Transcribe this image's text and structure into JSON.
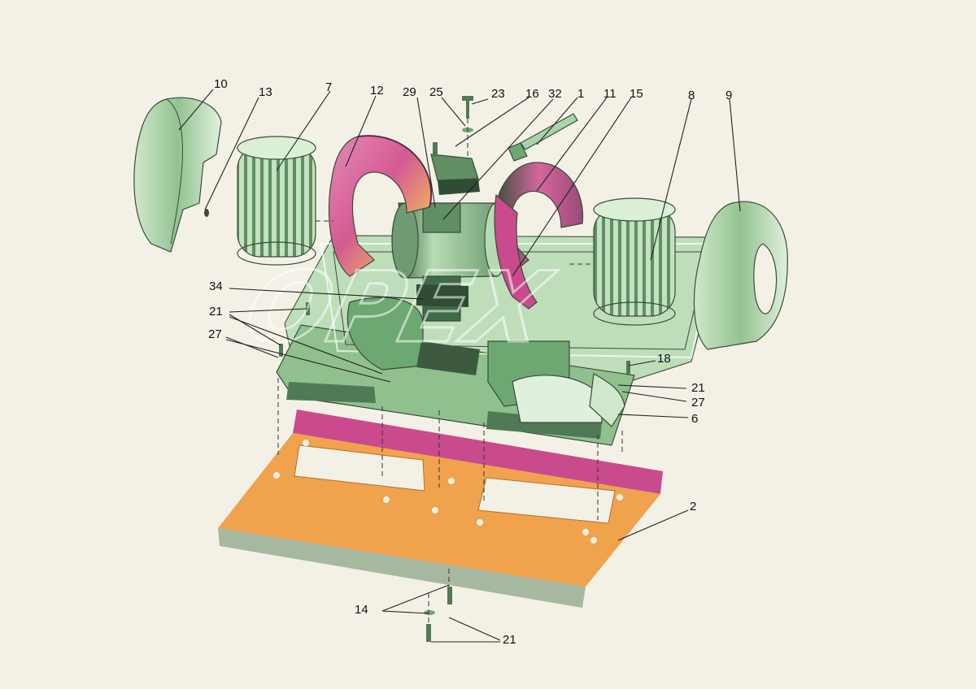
{
  "diagram": {
    "type": "exploded-assembly",
    "watermark": "OPEX",
    "callouts": {
      "c1": "1",
      "c2": "2",
      "c6": "6",
      "c7": "7",
      "c8": "8",
      "c9": "9",
      "c10": "10",
      "c11": "11",
      "c12": "12",
      "c13": "13",
      "c14": "14",
      "c15": "15",
      "c16": "16",
      "c18": "18",
      "c21a": "21",
      "c21b": "21",
      "c21c": "21",
      "c23": "23",
      "c25": "25",
      "c27a": "27",
      "c27b": "27",
      "c29": "29",
      "c32": "32",
      "c34": "34"
    }
  },
  "colors": {
    "background": "#f3f1e5",
    "housing_green": "#a9d3a8",
    "housing_dark": "#4f7a55",
    "volute_pink": "#d85a96",
    "volute_orange": "#e9a764",
    "gasket_orange": "#f0a24d",
    "gasket_magenta": "#c94b8e",
    "plate_edge_gray": "#a7b8a0"
  }
}
